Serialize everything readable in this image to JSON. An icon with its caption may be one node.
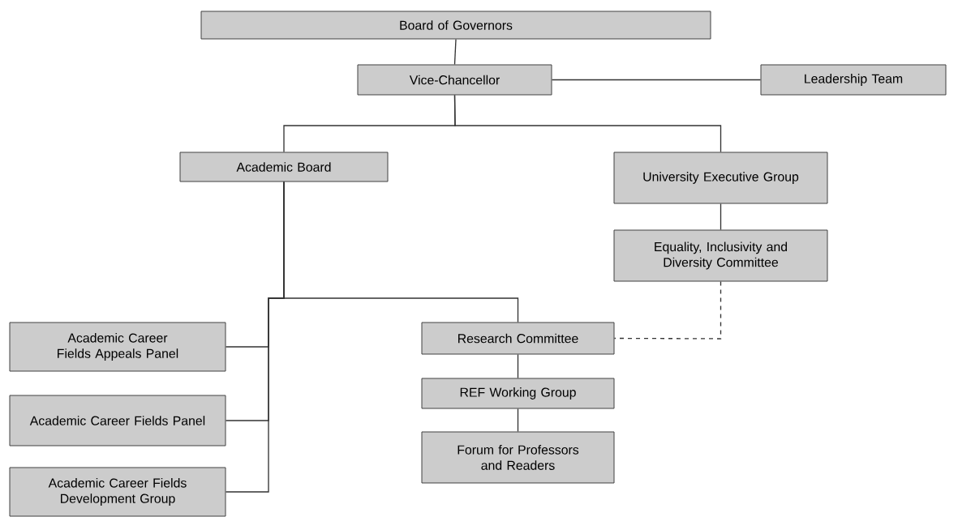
{
  "diagram": {
    "nodes": [
      {
        "text": [
          "Board of Governors"
        ]
      },
      {
        "text": [
          "Vice-Chancellor"
        ]
      },
      {
        "text": [
          "Leadership Team"
        ]
      },
      {
        "text": [
          "Academic Board"
        ]
      },
      {
        "text": [
          "University Executive Group"
        ]
      },
      {
        "text": [
          "Equality, Inclusivity and Diversity Committee"
        ]
      },
      {
        "text": [
          "Academic Career Fields Appeals Panel"
        ]
      },
      {
        "text": [
          "Research Committee"
        ]
      },
      {
        "text": [
          "Academic Career Fields Panel"
        ]
      },
      {
        "text": [
          "REF Working Group"
        ]
      },
      {
        "text": [
          "Forum for Professors and Readers"
        ]
      },
      {
        "text": [
          "Academic Career Fields Development Group"
        ]
      }
    ],
    "edges": [
      {
        "from": 0,
        "to": 1,
        "arrow": "none"
      },
      {
        "from": 1,
        "to": 2,
        "arrow": "none"
      },
      {
        "from": 1,
        "to": 3,
        "arrow": "none"
      },
      {
        "from": 1,
        "to": 4,
        "arrow": "none"
      },
      {
        "from": 4,
        "to": 5,
        "arrow": "none"
      },
      {
        "from": 3,
        "to": 6,
        "arrow": "none"
      },
      {
        "from": 3,
        "to": 8,
        "arrow": "none"
      },
      {
        "from": 3,
        "to": 11,
        "arrow": "none"
      },
      {
        "from": 3,
        "to": 7,
        "arrow": "none"
      },
      {
        "from": 5,
        "to": 7,
        "arrow": "none",
        "style": "dashed"
      },
      {
        "from": 7,
        "to": 9,
        "arrow": "none"
      },
      {
        "from": 9,
        "to": 10,
        "arrow": "none"
      }
    ]
  }
}
